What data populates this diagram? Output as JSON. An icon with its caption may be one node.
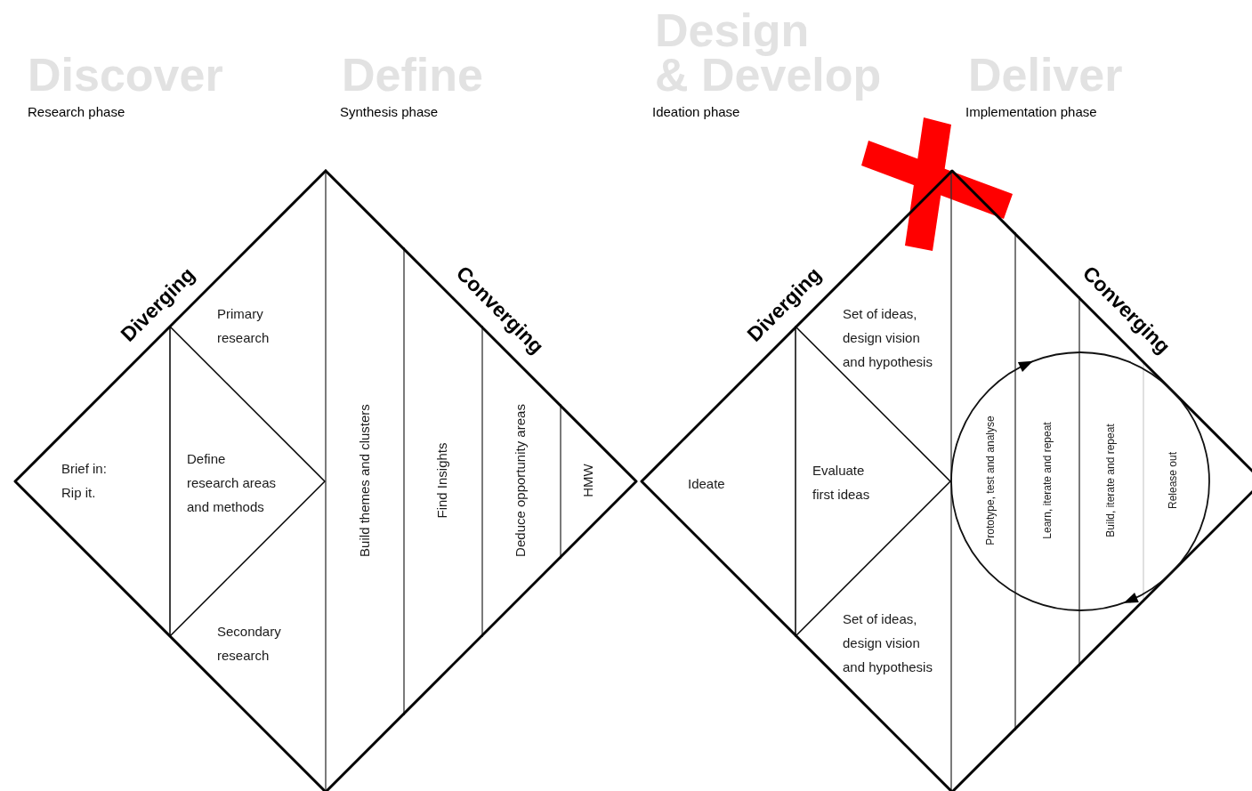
{
  "diagram": {
    "nodes": [
      {
        "text": [
          "Diverging",
          "Converging"
        ]
      },
      {
        "text": [
          "Define research areas and methods"
        ],
        "in": 0
      },
      {
        "text": [
          "Diverging",
          "Converging"
        ]
      },
      {
        "text": [
          "Evaluate first ideas"
        ],
        "in": 2
      }
    ],
    "labels": [
      "Discover",
      "Research phase",
      "Define",
      "Synthesis phase",
      "Design",
      "& Develop",
      "Ideation phase",
      "Deliver",
      "Implementation phase",
      "Primary research",
      "Brief in: Rip it.",
      "Secondary research",
      "Build themes and clusters",
      "Find Insights",
      "Deduce opportunity areas",
      "HMW",
      "Set of ideas, design vision and hypothesis",
      "Ideate",
      "Set of ideas, design vision and hypothesis",
      "Prototype, test and analyse",
      "Learn, iterate and repeat",
      "Build, iterate and repeat",
      "Release out"
    ]
  }
}
